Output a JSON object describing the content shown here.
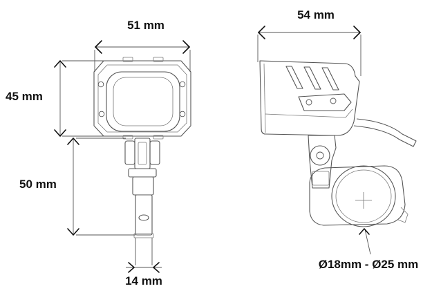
{
  "front_view": {
    "width_label": "51 mm",
    "height_label": "45 mm",
    "mount_height_label": "50 mm",
    "mount_width_label": "14 mm"
  },
  "side_view": {
    "depth_label": "54 mm",
    "clamp_diameter_label": "Ø18mm - Ø25 mm"
  },
  "colors": {
    "outline": "#555555",
    "arrow": "#111111",
    "text": "#111111",
    "background": "#ffffff"
  }
}
